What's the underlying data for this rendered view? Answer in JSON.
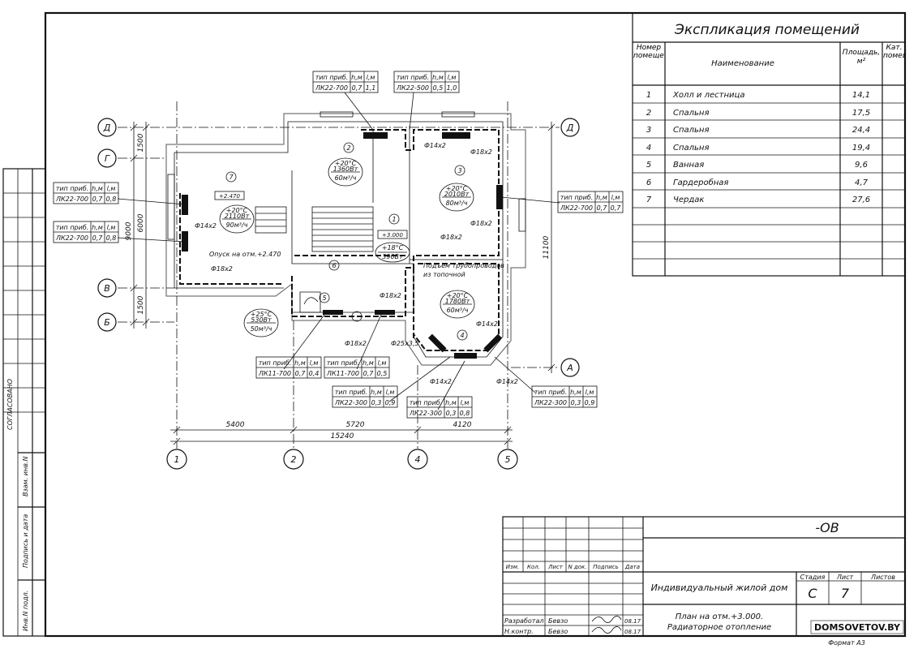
{
  "explication": {
    "title": "Экспликация помещений",
    "headers": {
      "num": "Номер помещения",
      "name": "Наименование",
      "area": "Площадь, м²",
      "cat": "Кат. помещения"
    },
    "rows": [
      {
        "num": "1",
        "name": "Холл и лестница",
        "area": "14,1"
      },
      {
        "num": "2",
        "name": "Спальня",
        "area": "17,5"
      },
      {
        "num": "3",
        "name": "Спальня",
        "area": "24,4"
      },
      {
        "num": "4",
        "name": "Спальня",
        "area": "19,4"
      },
      {
        "num": "5",
        "name": "Ванная",
        "area": "9,6"
      },
      {
        "num": "6",
        "name": "Гардеробная",
        "area": "4,7"
      },
      {
        "num": "7",
        "name": "Чердак",
        "area": "27,6"
      }
    ]
  },
  "axes": {
    "letters": [
      "Д",
      "Г",
      "В",
      "Б",
      "А"
    ],
    "numbers": [
      "1",
      "2",
      "4",
      "5"
    ]
  },
  "dimensions": {
    "bottom": [
      "5400",
      "5720",
      "4120",
      "15240"
    ],
    "left": [
      "1500",
      "6000",
      "9000",
      "1500"
    ],
    "right": "11100"
  },
  "radiator_tables": {
    "header": [
      "тип приб.",
      "h,м",
      "l,м"
    ],
    "items": [
      [
        "ЛК22-700",
        "0,7",
        "1,1"
      ],
      [
        "ЛК22-500",
        "0,5",
        "1,0"
      ],
      [
        "ЛК22-700",
        "0,7",
        "0,8"
      ],
      [
        "ЛК22-700",
        "0,7",
        "0,8"
      ],
      [
        "ЛК22-700",
        "0,7",
        "0,7"
      ],
      [
        "ЛК11-700",
        "0,7",
        "0,4"
      ],
      [
        "ЛК11-700",
        "0,7",
        "0,5"
      ],
      [
        "ЛК22-300",
        "0,3",
        "0,9"
      ],
      [
        "ЛК22-300",
        "0,3",
        "0,8"
      ],
      [
        "ЛК22-300",
        "0,3",
        "0,9"
      ]
    ]
  },
  "rooms": [
    {
      "num": "2",
      "t": "+20°C",
      "p": "1360Вт",
      "v": "60м³/ч"
    },
    {
      "num": "3",
      "t": "+20°C",
      "p": "2010Вт",
      "v": "80м³/ч"
    },
    {
      "num": "7",
      "t": "+20°C",
      "p": "2110Вт",
      "v": "90м³/ч"
    },
    {
      "num": "1",
      "t": "+18°C",
      "p": "390Вт",
      "v": ""
    },
    {
      "num": "4",
      "t": "+20°C",
      "p": "1780Вт",
      "v": "60м³/ч"
    },
    {
      "num": "5",
      "t": "+25°C",
      "p": "530Вт",
      "v": "50м³/ч"
    }
  ],
  "room_numbers": {
    "r6": "6",
    "r5": "5"
  },
  "pipe_labels": {
    "d14x2": "Ф14х2",
    "d18x2": "Ф18х2",
    "d25x35": "Ф25х3,5",
    "level_attic": "+2.470",
    "level_hall": "+3.000",
    "descent": "Опуск на отм.+2.470",
    "riser": "Подъем трубопроводов",
    "riser2": "из топочной"
  },
  "left_stamp": {
    "agreed": "СОГЛАСОВАНО",
    "vzam": "Взам. инв.N",
    "podpis": "Подпись и дата",
    "inv": "Инв.N подл."
  },
  "title_block": {
    "code": "-ОВ",
    "cols": [
      "Изм.",
      "Кол.",
      "Лист",
      "N док.",
      "Подпись",
      "Дата"
    ],
    "object": "Индивидуальный жилой дом",
    "stage_label": "Стадия",
    "sheet_label": "Лист",
    "sheets_label": "Листов",
    "stage": "С",
    "sheet": "7",
    "drawing1": "План на отм.+3.000.",
    "drawing2": "Радиаторное отопление",
    "dev_label": "Разработал",
    "dev_name": "Бевзо",
    "dev_date": "08.17",
    "ctrl_label": "Н.контр.",
    "ctrl_name": "Бевзо",
    "ctrl_date": "08.17",
    "format": "Формат А3"
  },
  "watermark": "DOMSOVETOV.BY"
}
